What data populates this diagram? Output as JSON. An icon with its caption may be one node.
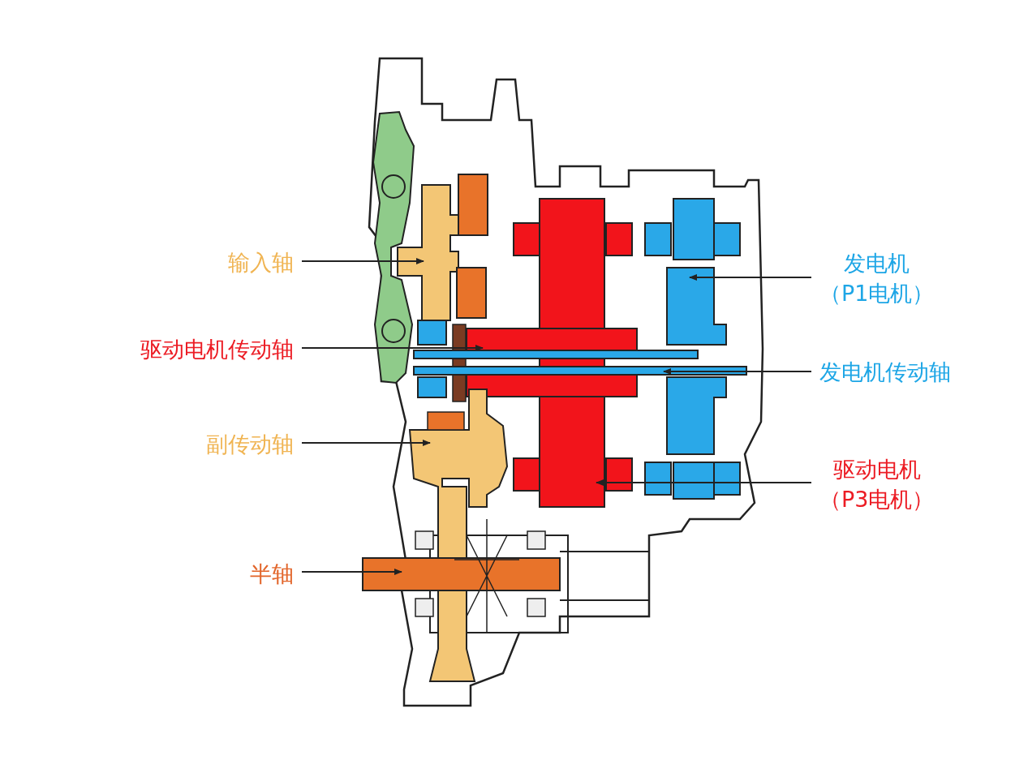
{
  "diagram": {
    "nodes": [
      {
        "text": [
          "输入轴"
        ]
      },
      {
        "text": [
          "驱动电机传动轴"
        ]
      },
      {
        "text": [
          "副传动轴"
        ]
      },
      {
        "text": [
          "半轴"
        ]
      },
      {
        "text": [
          "发电机",
          "（P1电机）"
        ]
      },
      {
        "text": [
          "发电机传动轴"
        ]
      },
      {
        "text": [
          "驱动电机",
          "（P3电机）"
        ]
      }
    ],
    "edges": [
      {
        "from": 0,
        "to": null,
        "arrow": "to"
      },
      {
        "from": 1,
        "to": null,
        "arrow": "to"
      },
      {
        "from": 2,
        "to": null,
        "arrow": "to"
      },
      {
        "from": 3,
        "to": null,
        "arrow": "to"
      },
      {
        "from": 4,
        "to": null,
        "arrow": "to"
      },
      {
        "from": 5,
        "to": null,
        "arrow": "to"
      },
      {
        "from": 6,
        "to": null,
        "arrow": "to"
      }
    ]
  }
}
